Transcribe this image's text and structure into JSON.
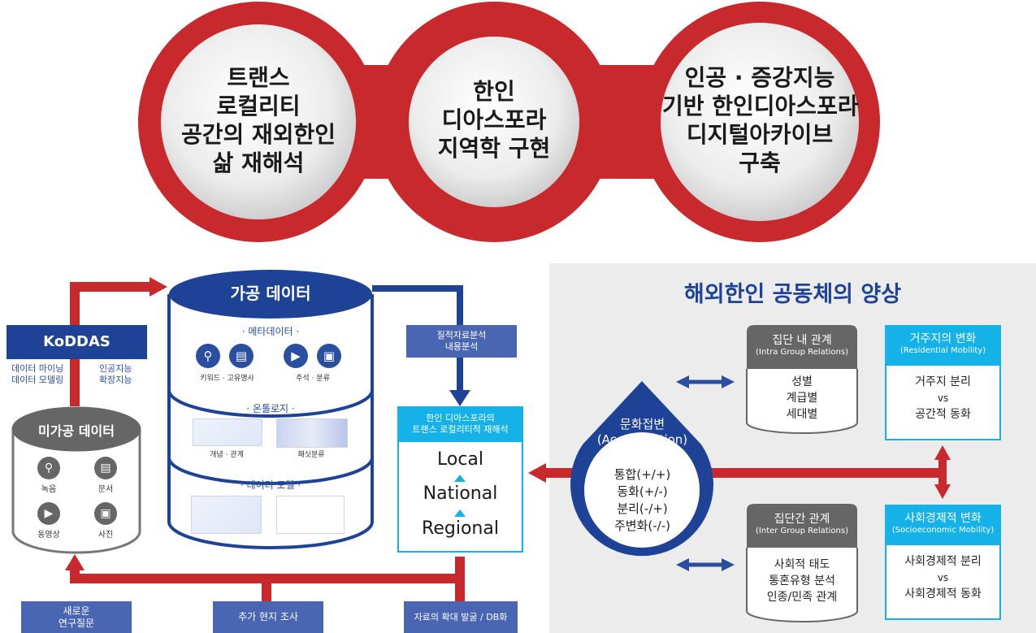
{
  "top_circles": [
    {
      "lines": [
        "트랜스",
        "로컬리티",
        "공간의 재외한인",
        "삶 재해석"
      ]
    },
    {
      "lines": [
        "한인",
        "디아스포라",
        "지역학 구현"
      ]
    },
    {
      "lines": [
        "인공 · 증강지능",
        "기반 한인디아스포라",
        "디지털아카이브",
        "구축"
      ]
    }
  ],
  "koddas": {
    "title": "KoDDAS",
    "left_lines": [
      "데이터 마이닝",
      "데이터 모델링"
    ],
    "right_lines": [
      "인공지능",
      "확장지능"
    ]
  },
  "raw_data": {
    "title": "미가공 데이터",
    "items": [
      {
        "label": "녹음",
        "icon": "mic-icon"
      },
      {
        "label": "문서",
        "icon": "document-icon"
      },
      {
        "label": "동영상",
        "icon": "video-icon"
      },
      {
        "label": "사진",
        "icon": "photo-icon"
      }
    ]
  },
  "processed_data": {
    "title": "가공 데이터",
    "metadata": {
      "title": "· 메타데이터 ·",
      "label_left": "키워드 · 고유명사",
      "label_right": "주석 · 분류",
      "icons": [
        "mic-icon",
        "document-icon",
        "video-icon",
        "photo-icon"
      ]
    },
    "ontology": {
      "title": "·  온톨로지  ·",
      "label_left": "개념 · 관계",
      "label_right": "패싯분류"
    },
    "data_model": {
      "title": "· 데이터 모델 ·"
    }
  },
  "qual_box": {
    "lines": [
      "질적자료분석",
      "내용분석"
    ]
  },
  "translocal": {
    "header_lines": [
      "한인 디아스포라의",
      "트랜스 로컬리티적 재해석"
    ],
    "levels": [
      "Local",
      "National",
      "Regional"
    ]
  },
  "bottom_boxes": [
    {
      "lines": [
        "새로운",
        "연구질문"
      ]
    },
    {
      "lines": [
        "추가 현지 조사"
      ]
    },
    {
      "lines": [
        "자료의 확대 발굴 / DB화"
      ]
    }
  ],
  "community": {
    "title": "해외한인 공동체의 양상",
    "acculturation": {
      "title": "문화접변",
      "subtitle": "(Acculturation)",
      "items": [
        "통합(+/+)",
        "동화(+/-)",
        "분리(-/+)",
        "주변화(-/-)"
      ]
    },
    "intra": {
      "title": "집단 내 관계",
      "subtitle": "(Intra Group Relations)",
      "items": [
        "성별",
        "계급별",
        "세대별"
      ]
    },
    "inter": {
      "title": "집단간 관계",
      "subtitle": "(Inter Group Relations)",
      "items": [
        "사회적 태도",
        "통혼유형 분석",
        "인종/민족 관계"
      ]
    },
    "residential": {
      "title": "거주지의 변화",
      "subtitle": "(Residential Mobility)",
      "items": [
        "거주지 분리",
        "vs",
        "공간적 동화"
      ]
    },
    "socioeconomic": {
      "title": "사회경제적 변화",
      "subtitle": "(Socioeconomic Mobility)",
      "items": [
        "사회경제적 분리",
        "vs",
        "사회경제적 동화"
      ]
    }
  },
  "colors": {
    "red": "#c8292c",
    "navy": "#1e4396",
    "cyan": "#14b2e8",
    "gray_panel": "#ececec"
  }
}
